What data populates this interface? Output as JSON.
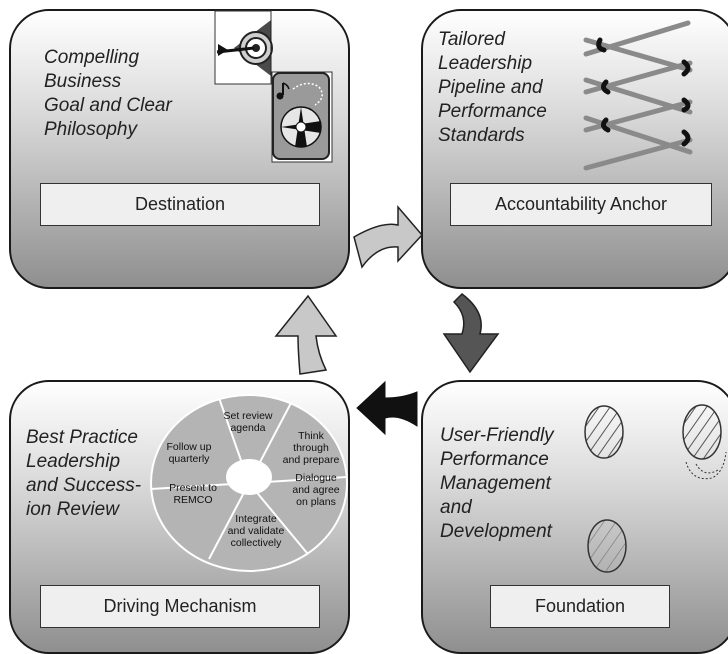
{
  "boxes": {
    "destination": {
      "text": "Compelling\nBusiness\nGoal and Clear\nPhilosophy",
      "label": "Destination",
      "icons": [
        "target-icon",
        "music-disc-icon"
      ]
    },
    "accountability": {
      "text": "Tailored\nLeadership\nPipeline and\nPerformance\nStandards",
      "label": "Accountability Anchor",
      "icons": [
        "crossed-pipeline-icon"
      ]
    },
    "driving": {
      "text": "Best Practice\nLeadership\nand Success-\nion Review",
      "label": "Driving Mechanism",
      "cycle": [
        "Set review\nagenda",
        "Think\nthrough\nand prepare",
        "Dialogue\nand agree\non plans",
        "Integrate\nand validate\ncollectively",
        "Present to\nREMCO",
        "Follow up\nquarterly"
      ]
    },
    "foundation": {
      "text": "User-Friendly\nPerformance\nManagement\nand\nDevelopment",
      "label": "Foundation",
      "icons": [
        "hatched-ellipse-icon",
        "hatched-ellipse-icon",
        "hatched-ellipse-icon"
      ]
    }
  },
  "colors": {
    "box_border": "#1a1a1a",
    "label_fill": "#efefef",
    "arrow_light": "#c8c8c8",
    "arrow_dark": "#555555",
    "arrow_black": "#111111",
    "ring_fill": "#b4b4b4"
  }
}
